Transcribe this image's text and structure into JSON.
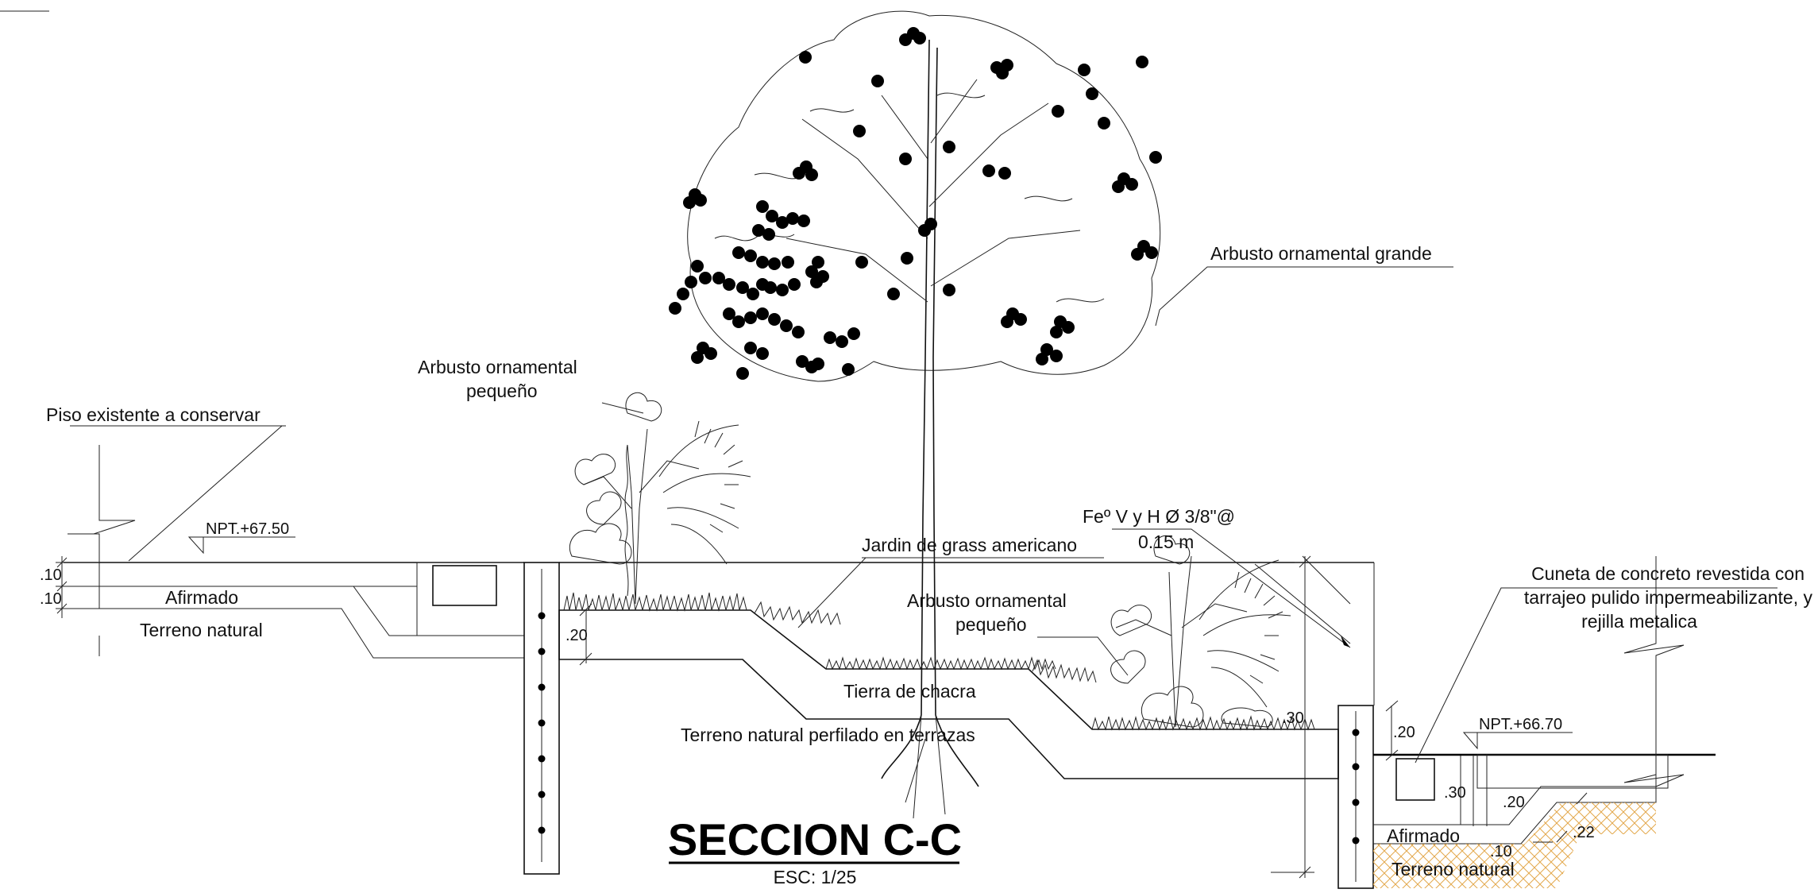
{
  "drawing": {
    "title": "SECCION C-C",
    "scale": "ESC: 1/25",
    "labels": {
      "tree": "Arbusto ornamental grande",
      "shrub_left_line1": "Arbusto ornamental",
      "shrub_left_line2": "pequeño",
      "shrub_right_line1": "Arbusto ornamental",
      "shrub_right_line2": "pequeño",
      "existing_floor": "Piso existente a conservar",
      "npt_left": "NPT.+67.50",
      "npt_right": "NPT.+66.70",
      "afirmado_left": "Afirmado",
      "afirmado_right": "Afirmado",
      "terreno_left": "Terreno natural",
      "terreno_right": "Terreno natural",
      "grass": "Jardin de grass americano",
      "tierra": "Tierra de chacra",
      "terreno_terraces": "Terreno natural perfilado en terrazas",
      "rebar_line1": "Feº V y H Ø 3/8\"@",
      "rebar_line2": "0.15 m",
      "cuneta_line1": "Cuneta de concreto revestida con",
      "cuneta_line2": "tarrajeo pulido impermeabilizante, y",
      "cuneta_line3": "rejilla metalica"
    },
    "dimensions": {
      "left_top": ".10",
      "left_bottom": ".10",
      "garden_depth": ".20",
      "right_wall": ".20",
      "cuneta_depth": ".30",
      "cuneta_slab": ".20",
      "slope": ".22",
      "base": ".10",
      "side": ".30"
    },
    "colors": {
      "ink": "#111111",
      "foliage_dot": "#000000",
      "natural_ground_hatch": "#e3a84c"
    }
  }
}
